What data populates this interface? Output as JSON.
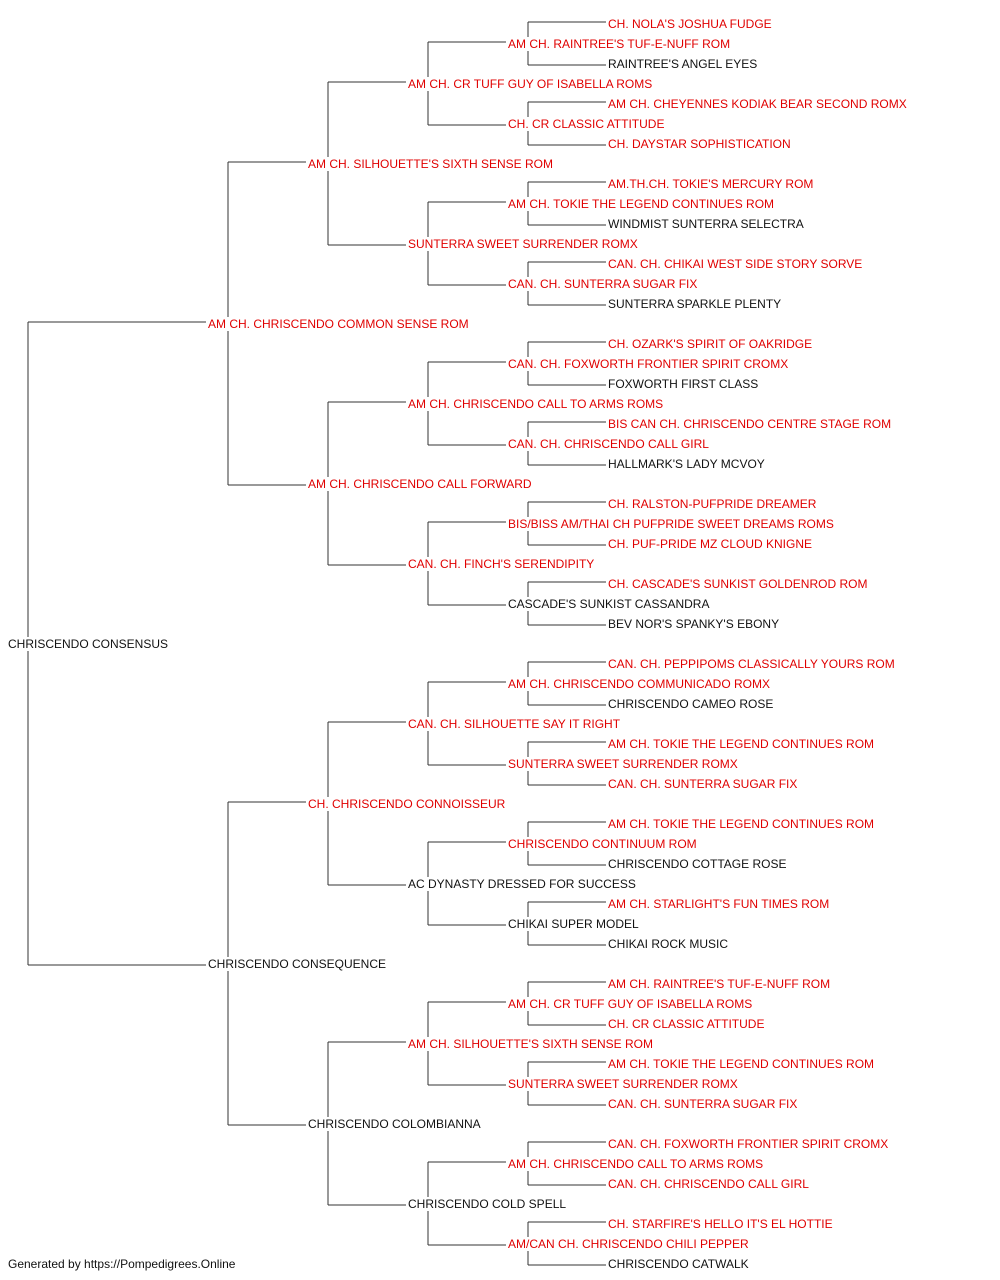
{
  "pedigree": {
    "subject": {
      "name": "CHRISCENDO CONSENSUS",
      "titled": false
    },
    "sire": {
      "name": "AM CH. CHRISCENDO COMMON SENSE ROM",
      "titled": true
    },
    "dam": {
      "name": "CHRISCENDO CONSEQUENCE",
      "titled": false
    },
    "grandparents": [
      {
        "name": "AM CH. SILHOUETTE'S SIXTH SENSE ROM",
        "titled": true
      },
      {
        "name": "AM CH. CHRISCENDO CALL FORWARD",
        "titled": true
      },
      {
        "name": "CH. CHRISCENDO CONNOISSEUR",
        "titled": true
      },
      {
        "name": "CHRISCENDO COLOMBIANNA",
        "titled": false
      }
    ],
    "great_grandparents": [
      {
        "name": "AM CH. CR TUFF GUY OF ISABELLA ROMS",
        "titled": true
      },
      {
        "name": "SUNTERRA SWEET SURRENDER ROMX",
        "titled": true
      },
      {
        "name": "AM CH. CHRISCENDO CALL TO ARMS ROMS",
        "titled": true
      },
      {
        "name": "CAN. CH. FINCH'S SERENDIPITY",
        "titled": true
      },
      {
        "name": "CAN. CH. SILHOUETTE SAY IT RIGHT",
        "titled": true
      },
      {
        "name": "AC DYNASTY DRESSED FOR SUCCESS",
        "titled": false
      },
      {
        "name": "AM CH. SILHOUETTE'S SIXTH SENSE ROM",
        "titled": true
      },
      {
        "name": "CHRISCENDO COLD SPELL",
        "titled": false
      }
    ],
    "gen4": [
      {
        "name": "AM CH. RAINTREE'S TUF-E-NUFF ROM",
        "titled": true
      },
      {
        "name": "CH. CR CLASSIC ATTITUDE",
        "titled": true
      },
      {
        "name": "AM CH. TOKIE THE LEGEND CONTINUES ROM",
        "titled": true
      },
      {
        "name": "CAN. CH. SUNTERRA SUGAR FIX",
        "titled": true
      },
      {
        "name": "CAN. CH. FOXWORTH FRONTIER SPIRIT CROMX",
        "titled": true
      },
      {
        "name": "CAN. CH. CHRISCENDO CALL GIRL",
        "titled": true
      },
      {
        "name": "BIS/BISS AM/THAI CH PUFPRIDE SWEET DREAMS ROMS",
        "titled": true
      },
      {
        "name": "CASCADE'S SUNKIST CASSANDRA",
        "titled": false
      },
      {
        "name": "AM CH. CHRISCENDO COMMUNICADO ROMX",
        "titled": true
      },
      {
        "name": "SUNTERRA SWEET SURRENDER ROMX",
        "titled": true
      },
      {
        "name": "CHRISCENDO CONTINUUM ROM",
        "titled": true
      },
      {
        "name": "CHIKAI SUPER MODEL",
        "titled": false
      },
      {
        "name": "AM CH. CR TUFF GUY OF ISABELLA ROMS",
        "titled": true
      },
      {
        "name": "SUNTERRA SWEET SURRENDER ROMX",
        "titled": true
      },
      {
        "name": "AM CH. CHRISCENDO CALL TO ARMS ROMS",
        "titled": true
      },
      {
        "name": "AM/CAN CH. CHRISCENDO CHILI PEPPER",
        "titled": true
      }
    ],
    "gen5": [
      {
        "name": "CH. NOLA'S JOSHUA FUDGE",
        "titled": true
      },
      {
        "name": "RAINTREE'S ANGEL EYES",
        "titled": false
      },
      {
        "name": "AM CH. CHEYENNES KODIAK BEAR SECOND ROMX",
        "titled": true
      },
      {
        "name": "CH. DAYSTAR SOPHISTICATION",
        "titled": true
      },
      {
        "name": "AM.TH.CH. TOKIE'S MERCURY ROM",
        "titled": true
      },
      {
        "name": "WINDMIST SUNTERRA SELECTRA",
        "titled": false
      },
      {
        "name": "CAN. CH. CHIKAI WEST SIDE STORY SORVE",
        "titled": true
      },
      {
        "name": "SUNTERRA SPARKLE PLENTY",
        "titled": false
      },
      {
        "name": "CH. OZARK'S SPIRIT OF OAKRIDGE",
        "titled": true
      },
      {
        "name": "FOXWORTH FIRST CLASS",
        "titled": false
      },
      {
        "name": "BIS CAN CH. CHRISCENDO CENTRE STAGE ROM",
        "titled": true
      },
      {
        "name": "HALLMARK'S LADY MCVOY",
        "titled": false
      },
      {
        "name": "CH. RALSTON-PUFPRIDE DREAMER",
        "titled": true
      },
      {
        "name": "CH. PUF-PRIDE MZ CLOUD KNIGNE",
        "titled": true
      },
      {
        "name": "CH. CASCADE'S SUNKIST GOLDENROD ROM",
        "titled": true
      },
      {
        "name": "BEV NOR'S SPANKY'S EBONY",
        "titled": false
      },
      {
        "name": "CAN. CH. PEPPIPOMS CLASSICALLY YOURS ROM",
        "titled": true
      },
      {
        "name": "CHRISCENDO CAMEO ROSE",
        "titled": false
      },
      {
        "name": "AM CH. TOKIE THE LEGEND CONTINUES ROM",
        "titled": true
      },
      {
        "name": "CAN. CH. SUNTERRA SUGAR FIX",
        "titled": true
      },
      {
        "name": "AM CH. TOKIE THE LEGEND CONTINUES ROM",
        "titled": true
      },
      {
        "name": "CHRISCENDO COTTAGE ROSE",
        "titled": false
      },
      {
        "name": "AM CH. STARLIGHT'S FUN TIMES ROM",
        "titled": true
      },
      {
        "name": "CHIKAI ROCK MUSIC",
        "titled": false
      },
      {
        "name": "AM CH. RAINTREE'S TUF-E-NUFF ROM",
        "titled": true
      },
      {
        "name": "CH. CR CLASSIC ATTITUDE",
        "titled": true
      },
      {
        "name": "AM CH. TOKIE THE LEGEND CONTINUES ROM",
        "titled": true
      },
      {
        "name": "CAN. CH. SUNTERRA SUGAR FIX",
        "titled": true
      },
      {
        "name": "CAN. CH. FOXWORTH FRONTIER SPIRIT CROMX",
        "titled": true
      },
      {
        "name": "CAN. CH. CHRISCENDO CALL GIRL",
        "titled": true
      },
      {
        "name": "CH. STARFIRE'S HELLO IT'S EL HOTTIE",
        "titled": true
      },
      {
        "name": "CHRISCENDO CATWALK",
        "titled": false
      }
    ]
  },
  "colors": {
    "titled": "#e00000",
    "plain": "#111111",
    "line": "#333333"
  },
  "footer": "Generated by https://Pompedigrees.Online"
}
